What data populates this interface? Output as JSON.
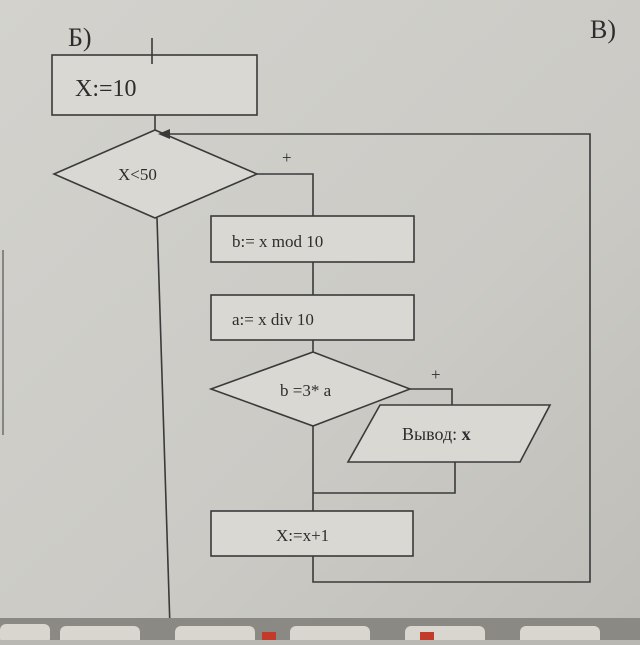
{
  "colors": {
    "paper": "#cfcec9",
    "ink": "#3a3a3a",
    "keyboard": "#d8d6cf"
  },
  "labels": {
    "section_b": "Б)",
    "section_v": "В)"
  },
  "blocks": {
    "init": "X:=10",
    "cond1": "X<50",
    "cond1_yes": "+",
    "step1": "b:= x mod 10",
    "step2": "a:= x div 10",
    "cond2": "b =3* a",
    "cond2_yes": "+",
    "output_prefix": "Вывод: ",
    "output_var": "x",
    "step3": "X:=x+1"
  }
}
